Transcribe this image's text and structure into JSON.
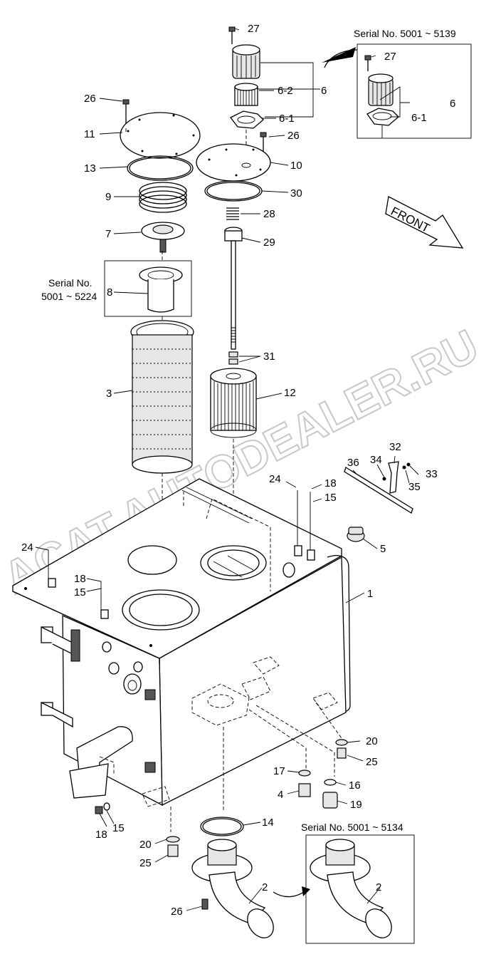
{
  "watermark": "ACAT.AUTODEALER.RU",
  "front_label": "FRONT",
  "notes": {
    "n5139": "Serial No. 5001 ~ 5139",
    "n5224_line1": "Serial No.",
    "n5224_line2": "5001 ~ 5224",
    "n5134": "Serial No. 5001 ~ 5134"
  },
  "callouts": {
    "c1": "1",
    "c2a": "2",
    "c2b": "2",
    "c3": "3",
    "c4": "4",
    "c5": "5",
    "c6a": "6",
    "c6b": "6",
    "c61a": "6-1",
    "c61b": "6-1",
    "c62": "6-2",
    "c7": "7",
    "c8": "8",
    "c9": "9",
    "c10": "10",
    "c11": "11",
    "c12": "12",
    "c13": "13",
    "c14": "14",
    "c15a": "15",
    "c15b": "15",
    "c15c": "15",
    "c16": "16",
    "c17": "17",
    "c18a": "18",
    "c18b": "18",
    "c18c": "18",
    "c19": "19",
    "c20a": "20",
    "c20b": "20",
    "c24a": "24",
    "c24b": "24",
    "c25a": "25",
    "c25b": "25",
    "c26a": "26",
    "c26b": "26",
    "c26c": "26",
    "c27a": "27",
    "c27b": "27",
    "c28": "28",
    "c29": "29",
    "c30": "30",
    "c31": "31",
    "c32": "32",
    "c33": "33",
    "c34": "34",
    "c35": "35",
    "c36": "36"
  }
}
